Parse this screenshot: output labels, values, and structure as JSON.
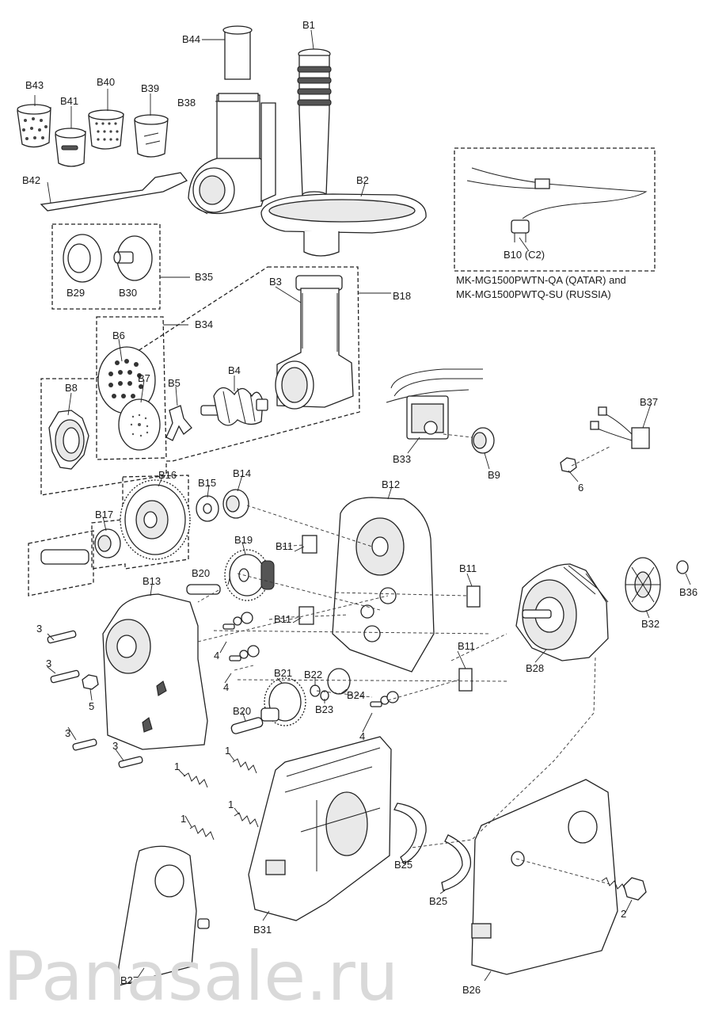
{
  "labels": {
    "B1": "B1",
    "B2": "B2",
    "B3": "B3",
    "B4": "B4",
    "B5": "B5",
    "B6": "B6",
    "B7": "B7",
    "B8": "B8",
    "B9": "B9",
    "B10": "B10 (C2)",
    "B11a": "B11",
    "B11b": "B11",
    "B11c": "B11",
    "B11d": "B11",
    "B12": "B12",
    "B13": "B13",
    "B14": "B14",
    "B15": "B15",
    "B16": "B16",
    "B17": "B17",
    "B18": "B18",
    "B19": "B19",
    "B20a": "B20",
    "B20b": "B20",
    "B21": "B21",
    "B22": "B22",
    "B23": "B23",
    "B24": "B24",
    "B25a": "B25",
    "B25b": "B25",
    "B26": "B26",
    "B27": "B27",
    "B28": "B28",
    "B29": "B29",
    "B30": "B30",
    "B31": "B31",
    "B32": "B32",
    "B33": "B33",
    "B34": "B34",
    "B35": "B35",
    "B36": "B36",
    "B37": "B37",
    "B38": "B38",
    "B39": "B39",
    "B40": "B40",
    "B41": "B41",
    "B42": "B42",
    "B43": "B43",
    "B44": "B44",
    "n1a": "1",
    "n1b": "1",
    "n1c": "1",
    "n1d": "1",
    "n2": "2",
    "n3a": "3",
    "n3b": "3",
    "n3c": "3",
    "n3d": "3",
    "n4a": "4",
    "n4b": "4",
    "n4c": "4",
    "n5": "5",
    "n6": "6"
  },
  "note": {
    "line1": "MK-MG1500PWTN-QA (QATAR) and",
    "line2": "MK-MG1500PWTQ-SU (RUSSIA)"
  },
  "watermark": "Panasale.ru"
}
